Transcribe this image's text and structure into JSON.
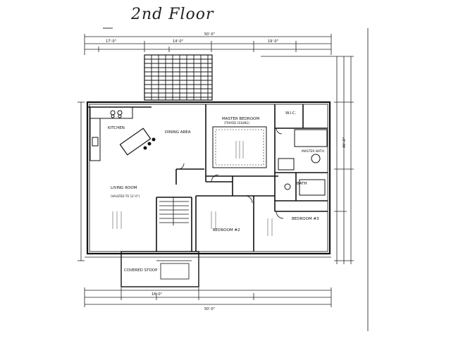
{
  "page": {
    "title": "2nd Floor"
  },
  "rooms": {
    "kitchen": "KITCHEN",
    "dining": "DINING AREA",
    "master_bedroom": "MASTER BEDROOM",
    "wic": "W.I.C.",
    "master_bath": "MASTER BATH",
    "living_room": "LIVING ROOM",
    "bath": "BATH",
    "bedroom2": "BEDROOM #2",
    "bedroom3": "BEDROOM #3",
    "covered_stoop": "COVERED STOOP",
    "tray_ceiling": "(TRAYED CEILING)",
    "vaulted": "(VAULTED TO 12'-0\")"
  },
  "dimensions": {
    "overall_width": "50'-0\"",
    "top_left": "17'-0\"",
    "top_mid": "14'-0\"",
    "top_right": "19'-0\"",
    "depth_right": "40'-0\"",
    "bottom_total": "50'-0\"",
    "stoop_width": "16'-0\""
  },
  "colors": {
    "ink": "#111111",
    "paper": "#ffffff"
  }
}
